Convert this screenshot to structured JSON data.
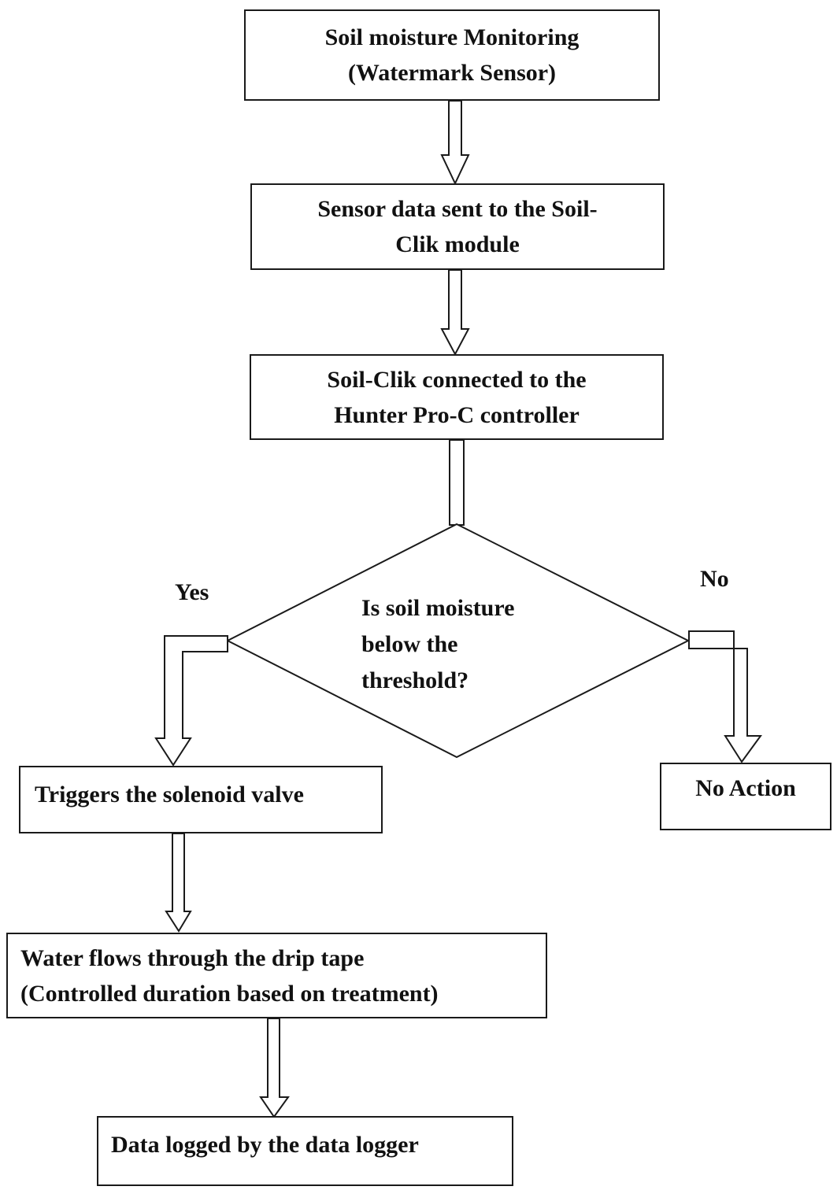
{
  "nodes": {
    "monitoring": {
      "line1": "Soil moisture Monitoring",
      "line2": "(Watermark Sensor)"
    },
    "sensor_data": {
      "line1": "Sensor data sent to the Soil-",
      "line2": "Clik module"
    },
    "connected": {
      "line1": "Soil-Clik connected to the",
      "line2": "Hunter Pro-C controller"
    },
    "decision": {
      "line1": "Is soil moisture",
      "line2": "below the",
      "line3": "threshold?"
    },
    "triggers": {
      "line1": "Triggers the solenoid valve"
    },
    "no_action": {
      "line1": "No Action"
    },
    "water_flows": {
      "line1": "Water flows through the drip tape",
      "line2": "(Controlled duration based on treatment)"
    },
    "data_logged": {
      "line1": "Data logged by the data logger"
    }
  },
  "edges": {
    "yes_label": "Yes",
    "no_label": "No"
  }
}
